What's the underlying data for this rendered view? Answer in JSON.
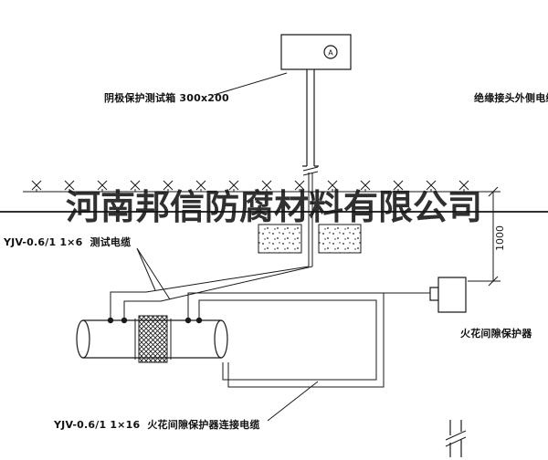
{
  "page": {
    "background": "#ffffff",
    "line_color": "#1a1a1a",
    "watermark_color": "#141414"
  },
  "watermark": {
    "text": "河南邦信防腐材料有限公司"
  },
  "labels": {
    "test_box": "阴极保护测试箱 300x200",
    "insulated_cable": "绝缘接头外侧电缆",
    "test_cable": "YJV-0.6/1 1×6  测试电缆",
    "spark_gap_protector": "火花间隙保护器",
    "connection_cable": "YJV-0.6/1 1×16  火花间隙保护器连接电缆",
    "dimension": "1000",
    "meter_letter": "A"
  }
}
